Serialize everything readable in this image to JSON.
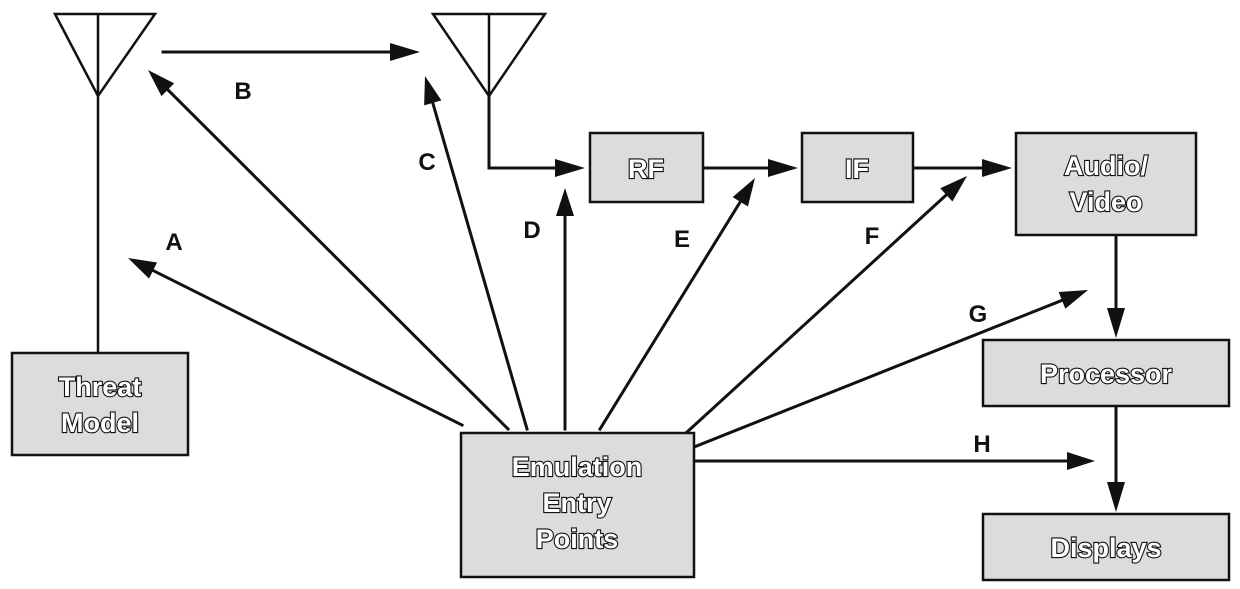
{
  "nodes": {
    "threat_model": [
      "Threat",
      "Model"
    ],
    "rf": "RF",
    "if": "IF",
    "audio_video": [
      "Audio/",
      "Video"
    ],
    "processor": "Processor",
    "displays": "Displays",
    "emulation": [
      "Emulation",
      "Entry",
      "Points"
    ]
  },
  "entry_labels": {
    "a": "A",
    "b": "B",
    "c": "C",
    "d": "D",
    "e": "E",
    "f": "F",
    "g": "G",
    "h": "H"
  },
  "colors": {
    "box_fill": "#dcdcdc",
    "ink": "#111111"
  }
}
